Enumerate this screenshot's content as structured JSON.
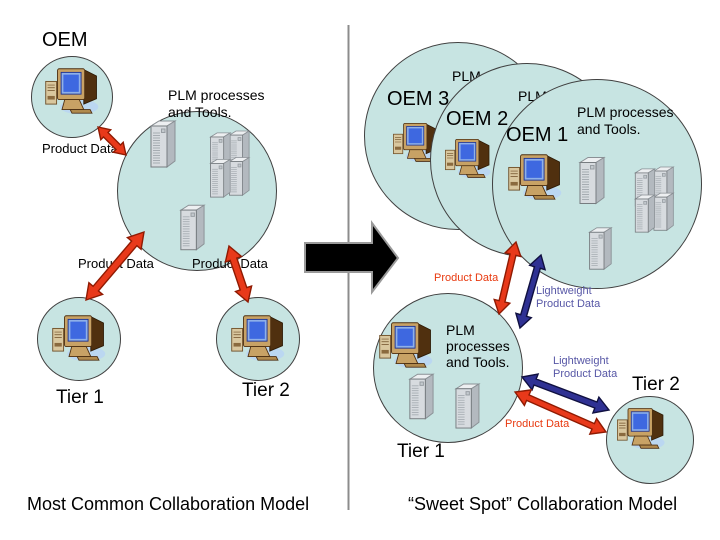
{
  "colors": {
    "circle_fill": "#C7E4E2",
    "circle_border": "#404040",
    "red_arrow": "#E8391A",
    "red_arrow_outline": "#8F1A02",
    "blue_arrow": "#2F3193",
    "blue_arrow_outline": "#101040",
    "red_text": "#E8390F",
    "blue_text": "#5757A6",
    "black_arrow": "#000000",
    "black_arrow_outline": "#9A9A9A",
    "divider": "#8C8C8C"
  },
  "left": {
    "oem_label": "OEM",
    "plm_label_lines": [
      "PLM processes",
      "and Tools."
    ],
    "product_data_oem": "Product Data",
    "product_data_tier1": "Product Data",
    "product_data_tier2": "Product Data",
    "tier1_label": "Tier 1",
    "tier2_label": "Tier 2",
    "caption": "Most Common Collaboration Model"
  },
  "right": {
    "oem3_label": "OEM 3",
    "oem2_label": "OEM 2",
    "oem1_label": "OEM 1",
    "oem3_plm_partial": "PLM",
    "oem2_plm_partial": "PLM",
    "plm_label_lines": [
      "PLM processes",
      "and Tools."
    ],
    "product_data_top": "Product Data",
    "lightweight_top_lines": [
      "Lightweight",
      "Product Data"
    ],
    "tier1_plm_lines": [
      "PLM",
      "processes",
      "and Tools."
    ],
    "lightweight_bottom_lines": [
      "Lightweight",
      "Product Data"
    ],
    "product_data_bottom": "Product Data",
    "tier1_label": "Tier 1",
    "tier2_label": "Tier 2",
    "caption": "“Sweet Spot” Collaboration Model"
  }
}
